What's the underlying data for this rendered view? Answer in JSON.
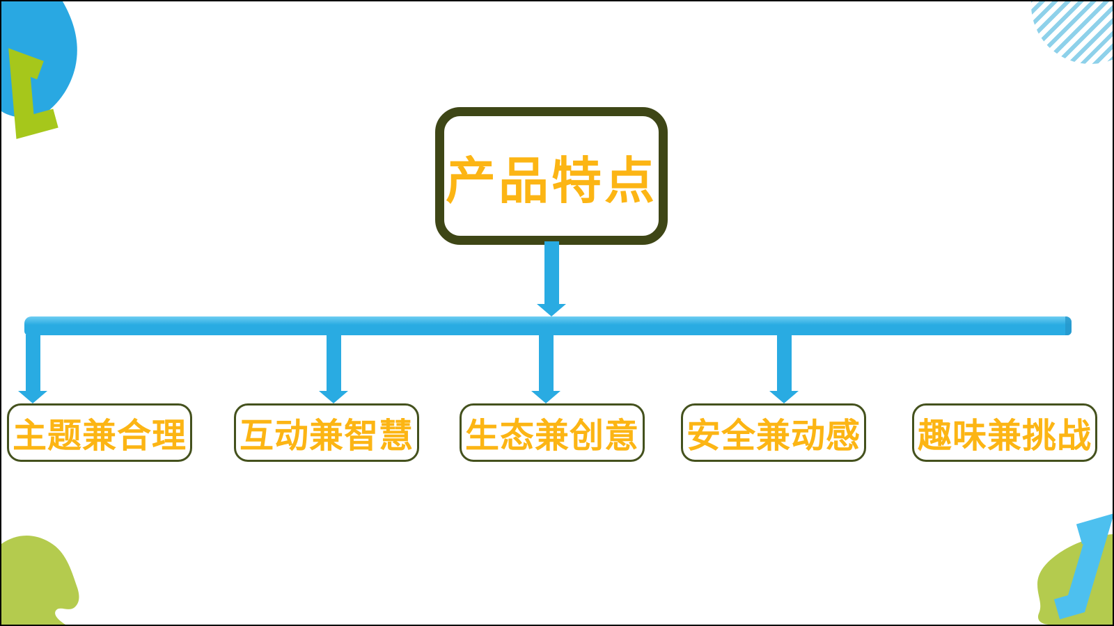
{
  "diagram": {
    "type": "tree",
    "root": {
      "label": "产品特点"
    },
    "children": [
      {
        "label": "主题兼合理"
      },
      {
        "label": "互动兼智慧"
      },
      {
        "label": "生态兼创意"
      },
      {
        "label": "安全兼动感"
      },
      {
        "label": "趣味兼挑战"
      }
    ],
    "connections": {
      "root_to_bus": true,
      "bus_to_children": [
        true,
        true,
        true,
        true,
        false
      ]
    }
  },
  "colors": {
    "connector_blue": "#29abe2",
    "connector_blue_light": "#6ecdf2",
    "gold_text": "#fcb514",
    "olive_border_dark": "#3e4616",
    "olive_border_box": "#44511d",
    "deco_blue_blob": "#29a8e2",
    "deco_green_bright": "#a6c71b",
    "deco_green_soft": "#b4cb4e",
    "deco_blue_bracket": "#4dc0ef",
    "deco_stripe_blue": "#8ed1ea"
  },
  "decorations": {
    "top_left": [
      "blue-blob-icon",
      "green-bracket-icon"
    ],
    "top_right": [
      "striped-circle-icon"
    ],
    "bottom_left": [
      "green-blob-icon"
    ],
    "bottom_right": [
      "green-blob-icon",
      "blue-bracket-icon"
    ]
  }
}
